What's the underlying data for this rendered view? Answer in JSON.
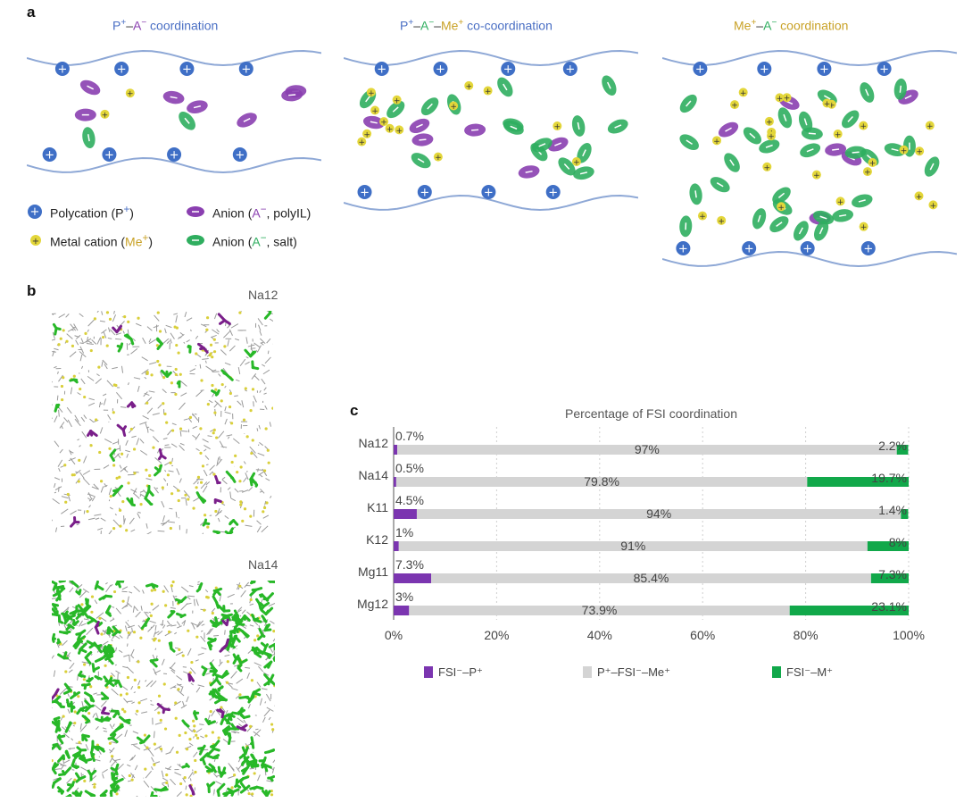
{
  "panels": {
    "a": "a",
    "b": "b",
    "c": "c"
  },
  "schematic": {
    "titles": [
      {
        "parts": [
          {
            "t": "P",
            "c": "#4a6fc4"
          },
          {
            "t": "+",
            "c": "#4a6fc4",
            "sup": true
          },
          {
            "t": "–",
            "c": "#333"
          },
          {
            "t": "A",
            "c": "#8a3fb0"
          },
          {
            "t": "−",
            "c": "#8a3fb0",
            "sup": true
          },
          {
            "t": " coordination",
            "c": "#4a6fc4"
          }
        ]
      },
      {
        "parts": [
          {
            "t": "P",
            "c": "#4a6fc4"
          },
          {
            "t": "+",
            "c": "#4a6fc4",
            "sup": true
          },
          {
            "t": "–",
            "c": "#333"
          },
          {
            "t": "A",
            "c": "#2fae5f"
          },
          {
            "t": "−",
            "c": "#2fae5f",
            "sup": true
          },
          {
            "t": "–",
            "c": "#333"
          },
          {
            "t": "Me",
            "c": "#c9a227"
          },
          {
            "t": "+",
            "c": "#c9a227",
            "sup": true
          },
          {
            "t": " co-coordination",
            "c": "#4a6fc4"
          }
        ]
      },
      {
        "parts": [
          {
            "t": "Me",
            "c": "#c9a227"
          },
          {
            "t": "+",
            "c": "#c9a227",
            "sup": true
          },
          {
            "t": "–",
            "c": "#333"
          },
          {
            "t": "A",
            "c": "#2fae5f"
          },
          {
            "t": "−",
            "c": "#2fae5f",
            "sup": true
          },
          {
            "t": " coordination",
            "c": "#c9a227"
          }
        ]
      }
    ],
    "legend": {
      "polycation": "Polycation (P",
      "polycation_sup": "+",
      "polycation_close": ")",
      "metal": "Metal cation (",
      "metal_me": "Me",
      "metal_sup": "+",
      "metal_close": ")",
      "anion_il": "Anion (",
      "anion_il_a": "A",
      "anion_il_sup": "−",
      "anion_il_rest": ", polyIL)",
      "anion_salt": "Anion (",
      "anion_salt_a": "A",
      "anion_salt_sup": "−",
      "anion_salt_rest": ", salt)"
    }
  },
  "md": {
    "top_label": "Na12",
    "bottom_label": "Na14"
  },
  "colors": {
    "polycation": "#3f6fc6",
    "metal": "#e3d63a",
    "anion_il": "#8a3fb0",
    "anion_salt": "#2fae5f",
    "chain": "#8ea8d6",
    "fsi_p": "#7b35b0",
    "p_fsi_me": "#d4d4d4",
    "fsi_m": "#11a84a"
  },
  "chart_data": {
    "type": "bar",
    "orientation": "horizontal",
    "stacked": true,
    "title": "Percentage of FSI coordination",
    "categories": [
      "Na12",
      "Na14",
      "K11",
      "K12",
      "Mg11",
      "Mg12"
    ],
    "series": [
      {
        "name": "FSI⁻–P⁺",
        "values": [
          0.7,
          0.5,
          4.5,
          1,
          7.3,
          3
        ],
        "labels": [
          "0.7%",
          "0.5%",
          "4.5%",
          "1%",
          "7.3%",
          "3%"
        ]
      },
      {
        "name": "P⁺–FSI⁻–Me⁺",
        "values": [
          97,
          79.8,
          94,
          91,
          85.4,
          73.9
        ],
        "labels": [
          "97%",
          "79.8%",
          "94%",
          "91%",
          "85.4%",
          "73.9%"
        ]
      },
      {
        "name": "FSI⁻–M⁺",
        "values": [
          2.2,
          19.7,
          1.4,
          8,
          7.3,
          23.1
        ],
        "labels": [
          "2.2%",
          "19.7%",
          "1.4%",
          "8%",
          "7.3%",
          "23.1%"
        ]
      }
    ],
    "xlim": [
      0,
      100
    ],
    "xticks": [
      "0%",
      "20%",
      "40%",
      "60%",
      "80%",
      "100%"
    ],
    "grid": true,
    "legend": "bottom"
  }
}
